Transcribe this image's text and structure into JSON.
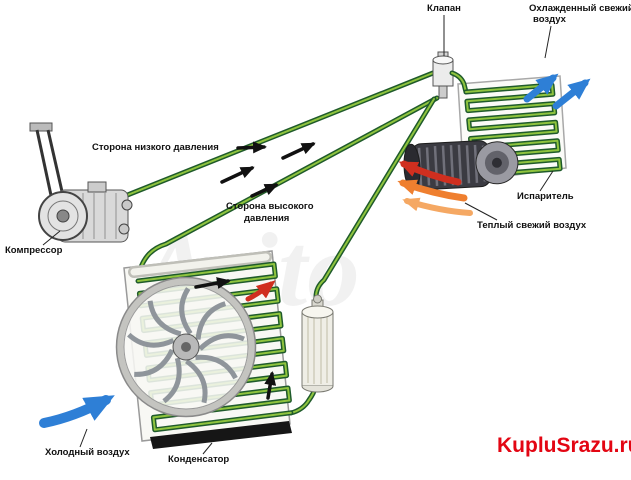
{
  "diagram": {
    "labels": {
      "valve": "Клапан",
      "cooled_air_line1": "Охлажденный свежий",
      "cooled_air_line2": "воздух",
      "low_pressure": "Сторона низкого давления",
      "high_pressure_line1": "Сторона высокого",
      "high_pressure_line2": "давления",
      "compressor": "Компрессор",
      "evaporator": "Испаритель",
      "warm_air": "Теплый свежий воздух",
      "cold_air": "Холодный воздух",
      "condenser": "Конденсатор"
    },
    "watermarks": {
      "site": "KupluSrazu.ru",
      "ghost": "Avito"
    },
    "colors": {
      "pipe_outline": "#1f5b2b",
      "pipe_core": "#8fc43e",
      "cold_air": "#2e7fd6",
      "warm_red": "#d02f1f",
      "warm_orange": "#ef7f2f",
      "warm_light_orange": "#f5a863",
      "flow_arrow": "#111111",
      "site_watermark": "#e30613"
    }
  }
}
